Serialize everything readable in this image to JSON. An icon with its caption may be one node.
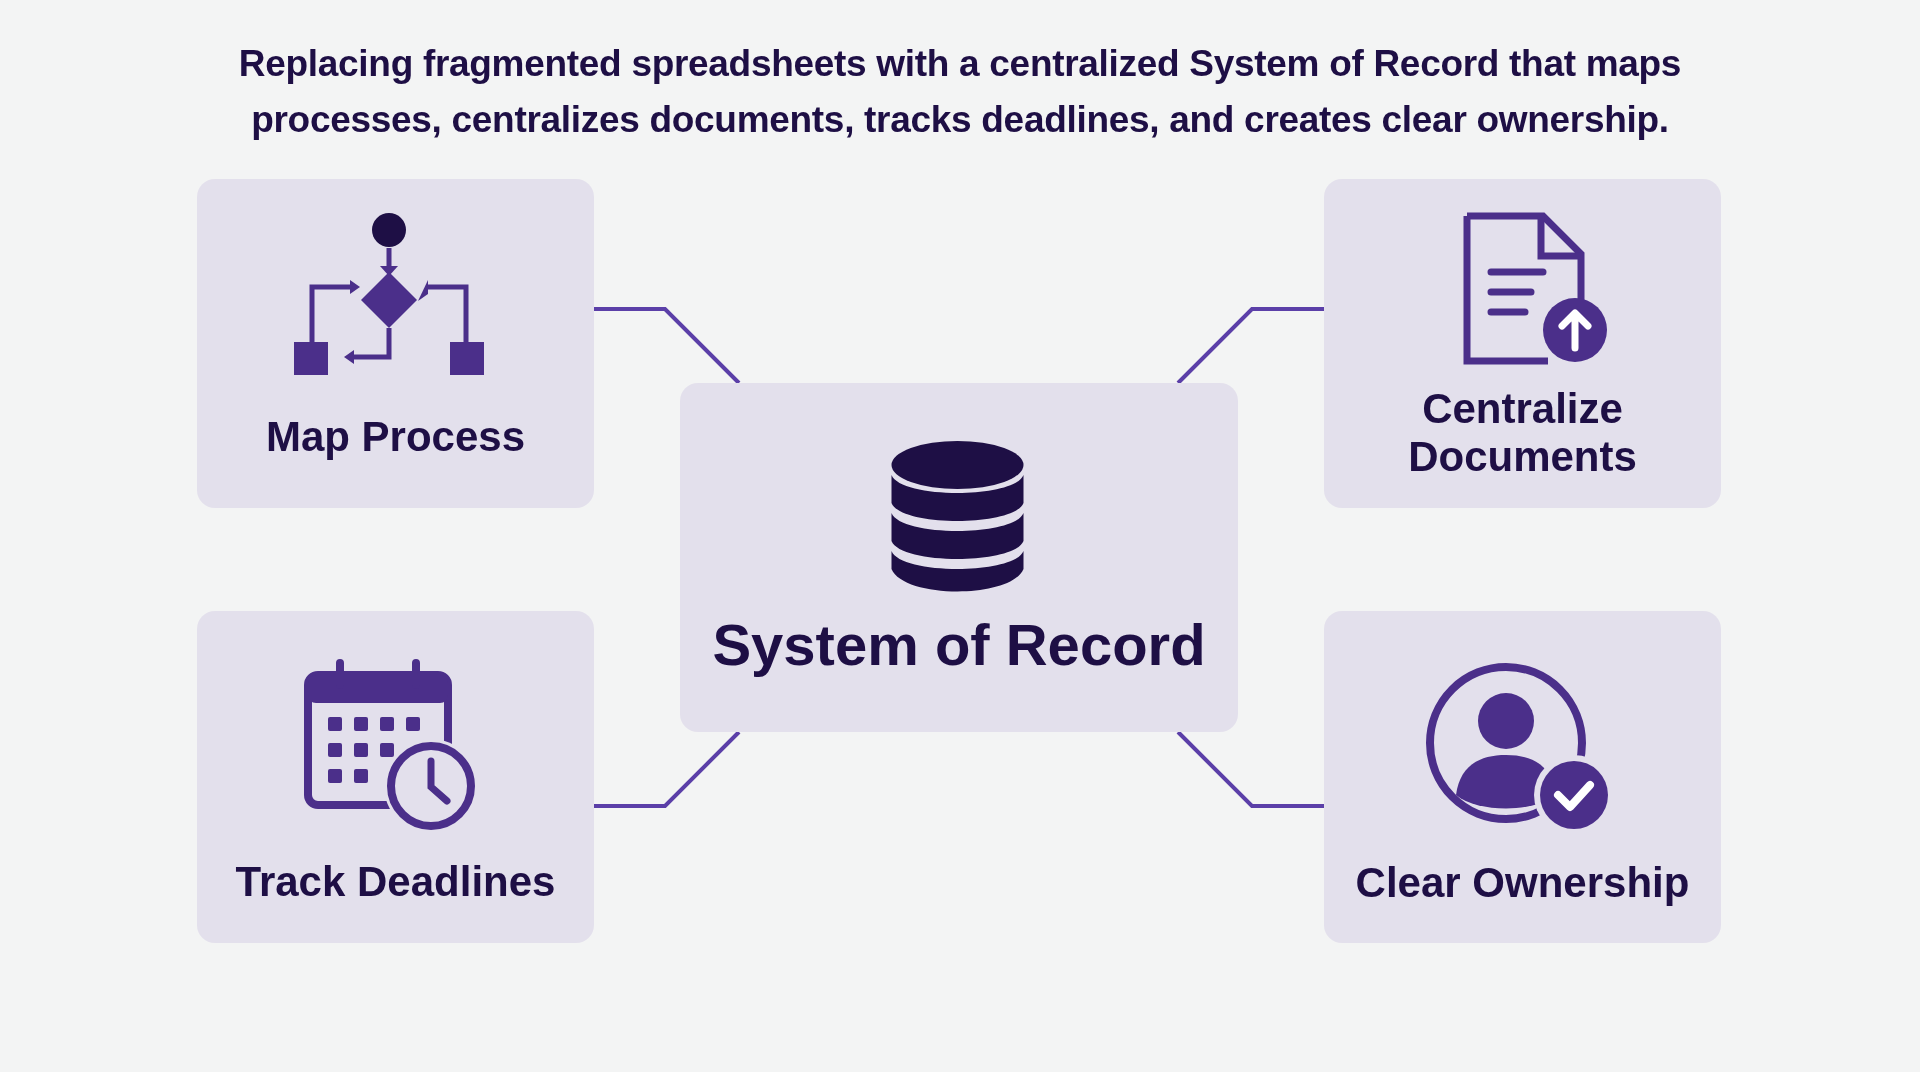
{
  "diagram": {
    "title": "Replacing fragmented spreadsheets with a centralized System of Record that maps processes, centralizes documents, tracks deadlines, and creates clear ownership.",
    "nodes": [
      {
        "text": [
          "Map Process"
        ]
      },
      {
        "text": [
          "Centralize Documents"
        ]
      },
      {
        "text": [
          "System of Record"
        ]
      },
      {
        "text": [
          "Track Deadlines"
        ]
      },
      {
        "text": [
          "Clear Ownership"
        ]
      }
    ],
    "edges": [
      {
        "from": 2,
        "to": 0,
        "arrow": "none"
      },
      {
        "from": 2,
        "to": 1,
        "arrow": "none"
      },
      {
        "from": 2,
        "to": 3,
        "arrow": "none"
      },
      {
        "from": 2,
        "to": 4,
        "arrow": "none"
      }
    ]
  }
}
